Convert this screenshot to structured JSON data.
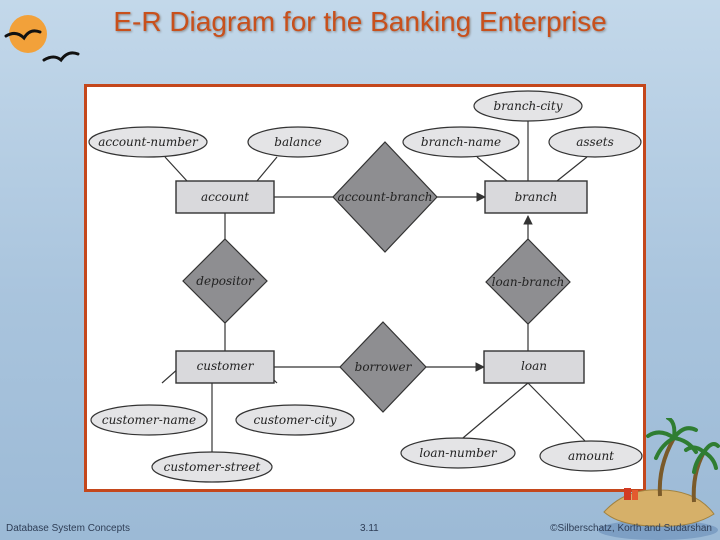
{
  "slide": {
    "title": "E-R Diagram for the Banking Enterprise",
    "icons": [
      "birds-logo",
      "palm-island"
    ]
  },
  "diagram": {
    "entities": {
      "account": "account",
      "branch": "branch",
      "customer": "customer",
      "loan": "loan"
    },
    "relationships": {
      "account_branch": "account-branch",
      "depositor": "depositor",
      "loan_branch": "loan-branch",
      "borrower": "borrower"
    },
    "attributes": {
      "branch_city": "branch-city",
      "account_number": "account-number",
      "balance": "balance",
      "branch_name": "branch-name",
      "assets": "assets",
      "customer_name": "customer-name",
      "customer_city": "customer-city",
      "customer_street": "customer-street",
      "loan_number": "loan-number",
      "amount": "amount"
    }
  },
  "footer": {
    "left": "Database System Concepts",
    "center": "3.11",
    "right": "©Silberschatz, Korth and Sudarshan"
  }
}
